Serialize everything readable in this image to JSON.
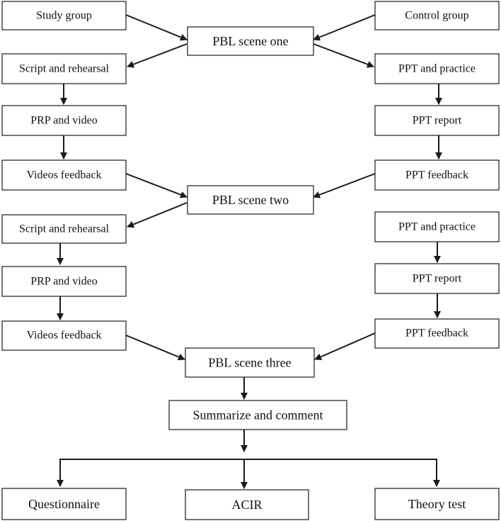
{
  "nodes": {
    "study_group": "Study group",
    "control_group": "Control group",
    "pbl_scene_one": "PBL scene one",
    "s1_script": "Script and rehearsal",
    "c1_ppt_practice": "PPT and practice",
    "s1_prp": "PRP and video",
    "c1_ppt_report": "PPT report",
    "s1_feedback": "Videos feedback",
    "c1_ppt_feedback": "PPT feedback",
    "pbl_scene_two": "PBL scene two",
    "s2_script": "Script and rehearsal",
    "c2_ppt_practice": "PPT and practice",
    "s2_prp": "PRP and video",
    "c2_ppt_report": "PPT report",
    "s2_feedback": "Videos feedback",
    "c2_ppt_feedback": "PPT feedback",
    "pbl_scene_three": "PBL scene three",
    "summarize": "Summarize and comment",
    "questionnaire": "Questionnaire",
    "acir": "ACIR",
    "theory_test": "Theory test"
  },
  "edges": [
    [
      "study_group",
      "pbl_scene_one"
    ],
    [
      "control_group",
      "pbl_scene_one"
    ],
    [
      "pbl_scene_one",
      "s1_script"
    ],
    [
      "pbl_scene_one",
      "c1_ppt_practice"
    ],
    [
      "s1_script",
      "s1_prp"
    ],
    [
      "s1_prp",
      "s1_feedback"
    ],
    [
      "c1_ppt_practice",
      "c1_ppt_report"
    ],
    [
      "c1_ppt_report",
      "c1_ppt_feedback"
    ],
    [
      "s1_feedback",
      "pbl_scene_two"
    ],
    [
      "c1_ppt_feedback",
      "pbl_scene_two"
    ],
    [
      "pbl_scene_two",
      "s2_script"
    ],
    [
      "s2_script",
      "s2_prp"
    ],
    [
      "s2_prp",
      "s2_feedback"
    ],
    [
      "c2_ppt_practice",
      "c2_ppt_report"
    ],
    [
      "c2_ppt_report",
      "c2_ppt_feedback"
    ],
    [
      "s2_feedback",
      "pbl_scene_three"
    ],
    [
      "c2_ppt_feedback",
      "pbl_scene_three"
    ],
    [
      "pbl_scene_three",
      "summarize"
    ],
    [
      "summarize",
      "questionnaire"
    ],
    [
      "summarize",
      "acir"
    ],
    [
      "summarize",
      "theory_test"
    ]
  ]
}
